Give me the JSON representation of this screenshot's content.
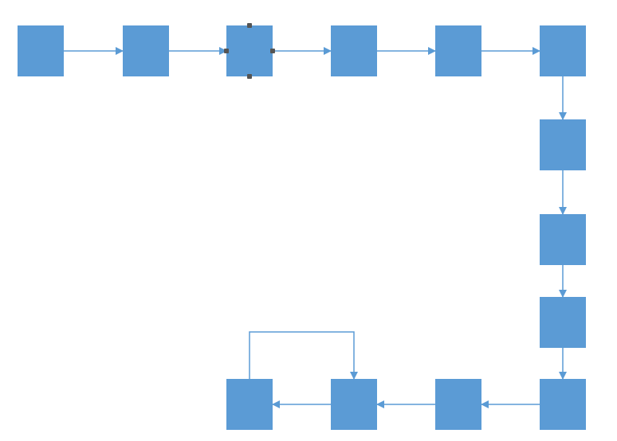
{
  "diagram": {
    "type": "flowchart",
    "node_shape": "square",
    "node_count": 13,
    "nodes": [
      {
        "id": "n1"
      },
      {
        "id": "n2"
      },
      {
        "id": "n3",
        "selected": true
      },
      {
        "id": "n4"
      },
      {
        "id": "n5"
      },
      {
        "id": "n6"
      },
      {
        "id": "n7"
      },
      {
        "id": "n8"
      },
      {
        "id": "n9"
      },
      {
        "id": "n10"
      },
      {
        "id": "n11"
      },
      {
        "id": "n12"
      },
      {
        "id": "n13"
      }
    ],
    "edges": [
      {
        "from": "n1",
        "to": "n2"
      },
      {
        "from": "n2",
        "to": "n3"
      },
      {
        "from": "n3",
        "to": "n4"
      },
      {
        "from": "n4",
        "to": "n5"
      },
      {
        "from": "n5",
        "to": "n6"
      },
      {
        "from": "n6",
        "to": "n7"
      },
      {
        "from": "n7",
        "to": "n8"
      },
      {
        "from": "n8",
        "to": "n9"
      },
      {
        "from": "n9",
        "to": "n10"
      },
      {
        "from": "n10",
        "to": "n11"
      },
      {
        "from": "n11",
        "to": "n12"
      },
      {
        "from": "n12",
        "to": "n13"
      },
      {
        "from": "n13",
        "to": "n12",
        "routed": true
      }
    ],
    "colors": {
      "node_fill": "#5b9bd5",
      "edge": "#5b9bd5",
      "selection_handle": "#555555"
    }
  }
}
